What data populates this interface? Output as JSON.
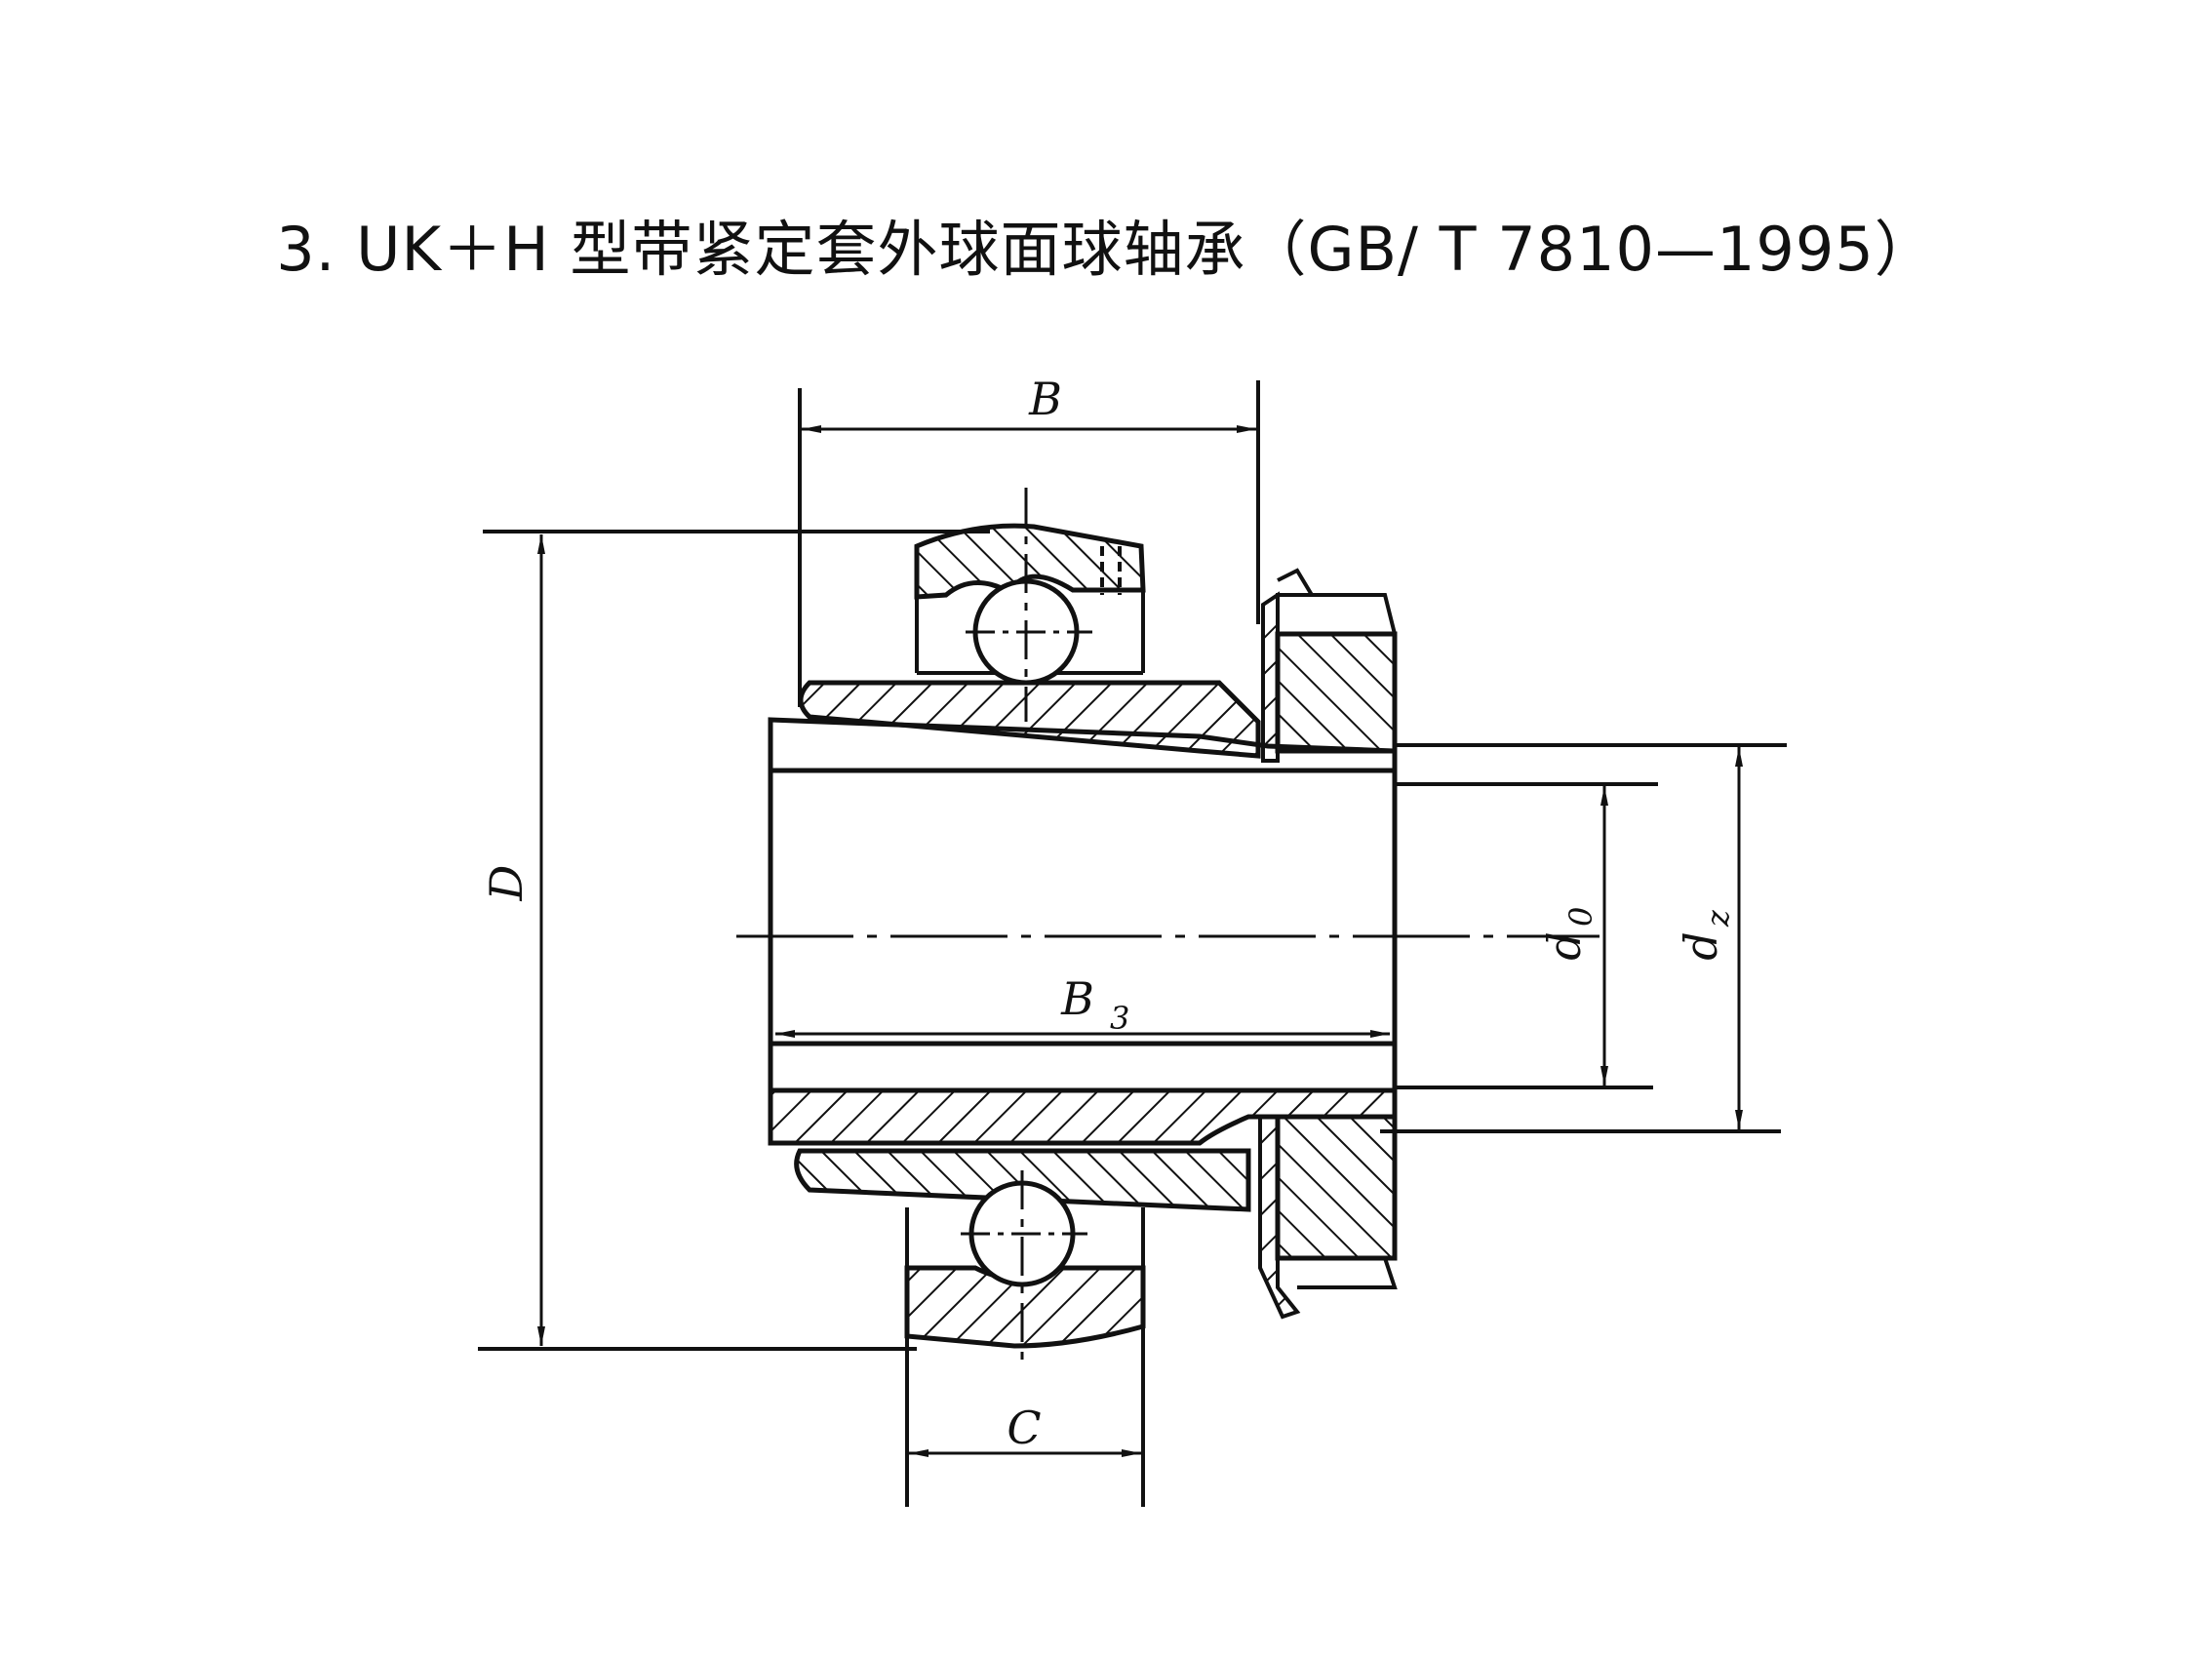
{
  "title": "3. UK＋H 型带紧定套外球面球轴承（GB/ T 7810—1995）",
  "labels": {
    "B": "B",
    "D": "D",
    "B3_main": "B",
    "B3_sub": "3",
    "C": "C",
    "d0_main": "d",
    "d0_sub": "0",
    "dz_main": "d",
    "dz_sub": "z"
  },
  "colors": {
    "ink": "#111111",
    "paper": "#ffffff"
  }
}
